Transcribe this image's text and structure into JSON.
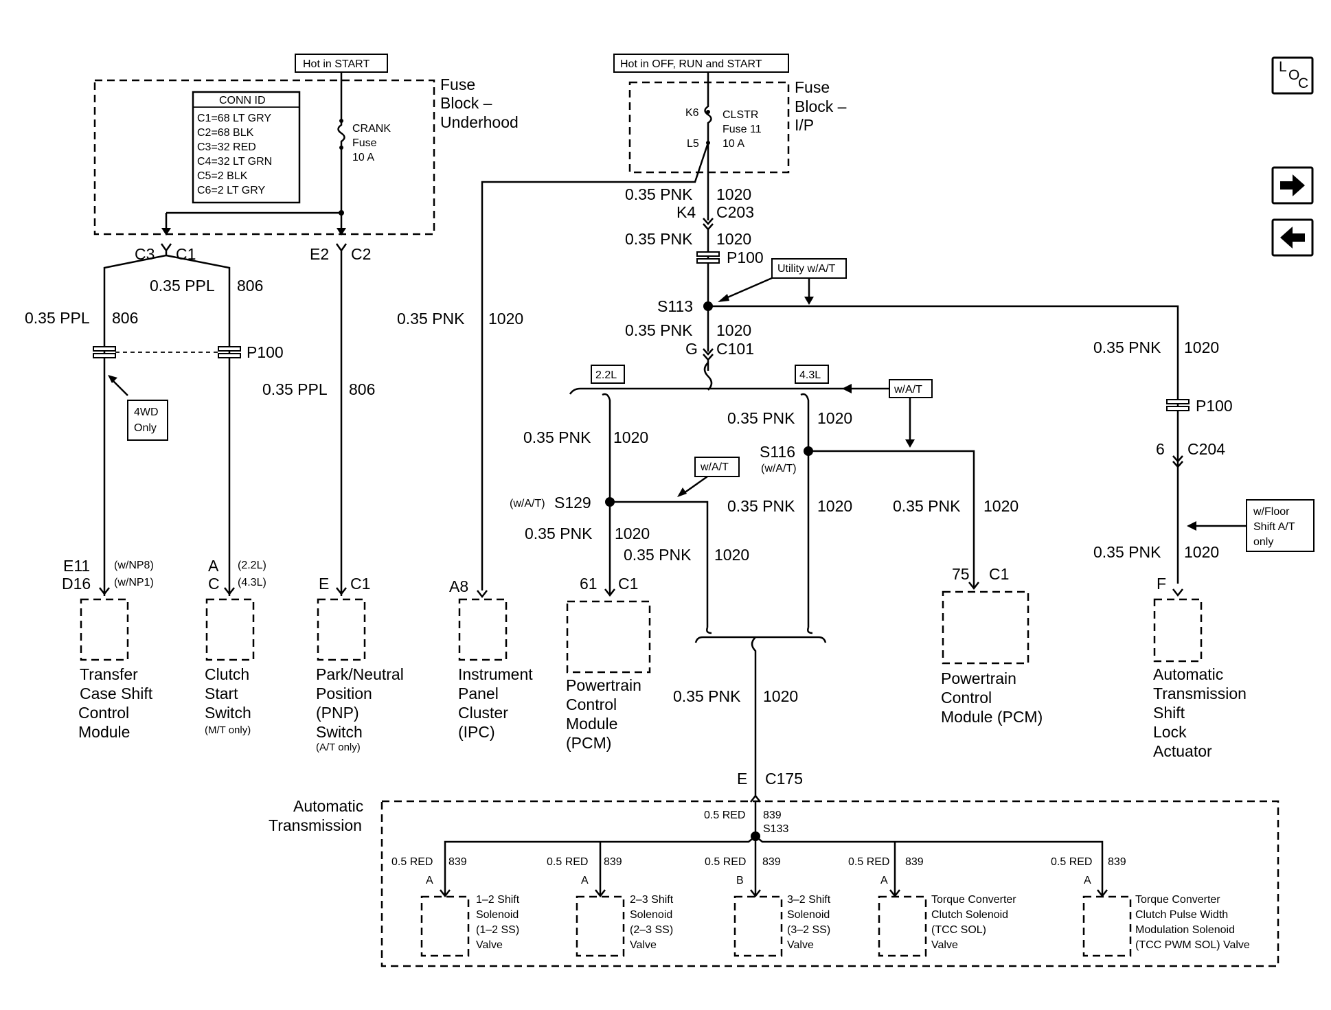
{
  "nav": {
    "loc": [
      "L",
      "O",
      "C"
    ]
  },
  "fuse_underhood": {
    "label": [
      "Fuse",
      "Block –",
      "Underhood"
    ],
    "hot": "Hot in START",
    "conn_title": "CONN ID",
    "conn_lines": [
      "C1=68 LT GRY",
      "C2=68 BLK",
      "C3=32 RED",
      "C4=32 LT GRN",
      "C5=2 BLK",
      "C6=2 LT GRY"
    ],
    "fuse": [
      "CRANK",
      "Fuse",
      "10 A"
    ],
    "c3": "C3",
    "c1": "C1",
    "e2": "E2",
    "c2": "C2"
  },
  "fuse_ip": {
    "label": [
      "Fuse",
      "Block –",
      "I/P"
    ],
    "hot": "Hot in OFF, RUN and START",
    "k6": "K6",
    "l5": "L5",
    "fuse": [
      "CLSTR",
      "Fuse 11",
      "10 A"
    ]
  },
  "left": {
    "ppl": "0.35 PPL",
    "c806": "806",
    "p100": "P100",
    "only4wd": [
      "4WD",
      "Only"
    ],
    "e11": "E11",
    "d16": "D16",
    "np8": "(w/NP8)",
    "np1": "(w/NP1)",
    "a": "A",
    "c": "C",
    "l22": "(2.2L)",
    "l43": "(4.3L)",
    "e": "E",
    "c1": "C1"
  },
  "wires": {
    "pnk": "0.35 PNK",
    "c1020": "1020",
    "red": "0.5 RED",
    "c839": "839"
  },
  "center": {
    "k4": "K4",
    "c203": "C203",
    "p100": "P100",
    "utility": "Utility w/A/T",
    "s113": "S113",
    "g": "G",
    "c101": "C101",
    "l22": "2.2L",
    "l43": "4.3L",
    "wat": "w/A/T",
    "s129": "S129",
    "s129pre": "(w/A/T)",
    "s116": "S116",
    "s116sub": "(w/A/T)",
    "n61": "61",
    "c1": "C1",
    "n75": "75",
    "a8": "A8",
    "e": "E",
    "c175": "C175",
    "p100r": "P100",
    "n6": "6",
    "c204": "C204",
    "floor": [
      "w/Floor",
      "Shift A/T",
      "only"
    ],
    "f": "F"
  },
  "components": {
    "tcsm": [
      "Transfer",
      "Case Shift",
      "Control",
      "Module"
    ],
    "clutch": [
      "Clutch",
      "Start",
      "Switch"
    ],
    "clutch_note": "(M/T only)",
    "pnp": [
      "Park/Neutral",
      "Position",
      "(PNP)",
      "Switch"
    ],
    "pnp_note": "(A/T only)",
    "ipc": [
      "Instrument",
      "Panel",
      "Cluster",
      "(IPC)"
    ],
    "pcm1": [
      "Powertrain",
      "Control",
      "Module",
      "(PCM)"
    ],
    "pcm2": [
      "Powertrain",
      "Control",
      "Module (PCM)"
    ],
    "atsla": [
      "Automatic",
      "Transmission",
      "Shift",
      "Lock",
      "Actuator"
    ]
  },
  "transmission": {
    "label": [
      "Automatic",
      "Transmission"
    ],
    "s133": "S133",
    "pins": [
      "A",
      "A",
      "B",
      "A",
      "A"
    ],
    "solenoids": [
      [
        "1–2 Shift",
        "Solenoid",
        "(1–2 SS)",
        "Valve"
      ],
      [
        "2–3 Shift",
        "Solenoid",
        "(2–3 SS)",
        "Valve"
      ],
      [
        "3–2 Shift",
        "Solenoid",
        "(3–2 SS)",
        "Valve"
      ],
      [
        "Torque Converter",
        "Clutch Solenoid",
        "(TCC SOL)",
        "Valve"
      ],
      [
        "Torque Converter",
        "Clutch Pulse Width",
        "Modulation Solenoid",
        "(TCC PWM SOL) Valve"
      ]
    ]
  }
}
